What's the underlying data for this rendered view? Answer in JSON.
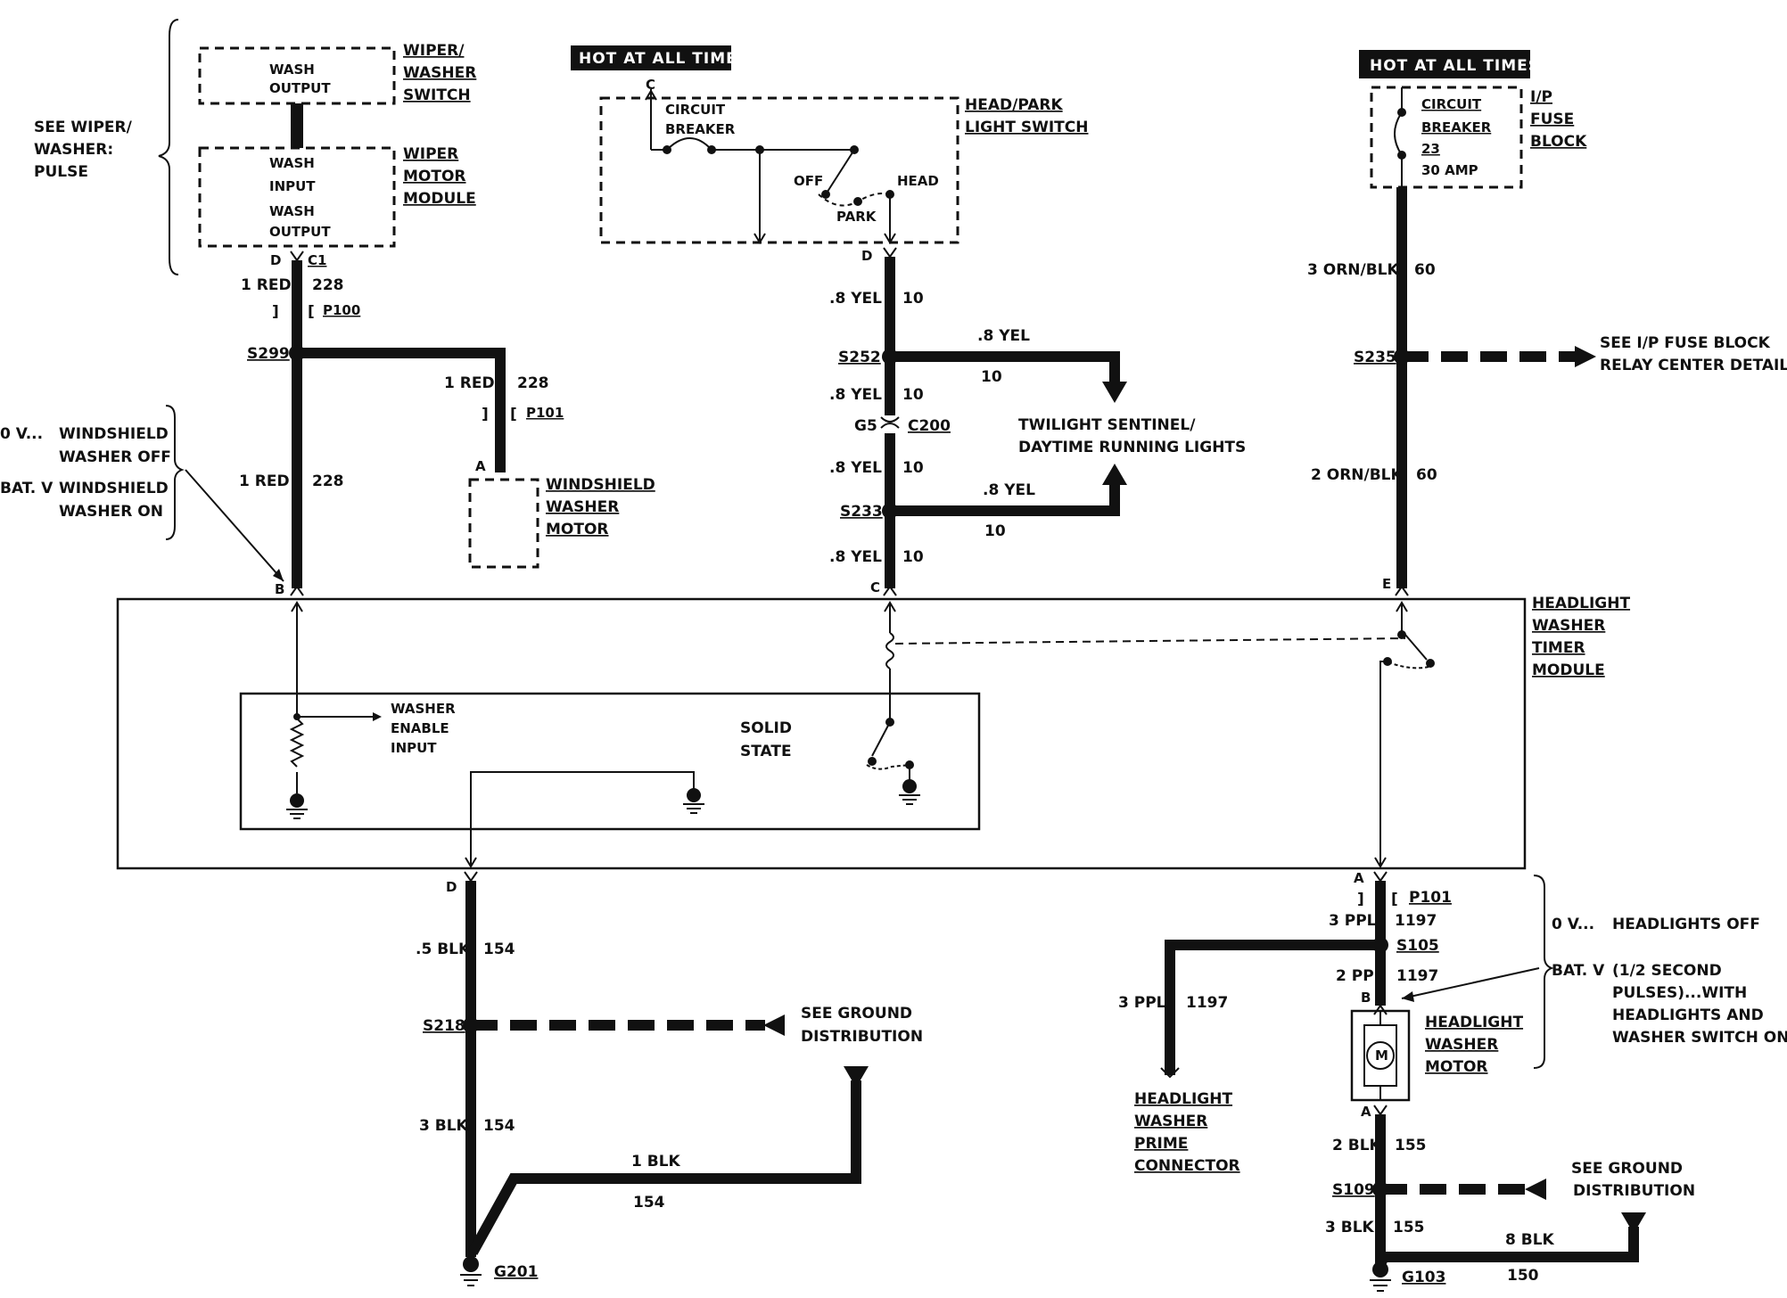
{
  "hot_at_all_times_1": "HOT AT ALL TIMES",
  "hot_at_all_times_2": "HOT AT ALL TIMES",
  "see_wiper_washer": [
    "SEE WIPER/",
    "WASHER:",
    "PULSE"
  ],
  "wiper_washer_switch": {
    "inner": [
      "WASH",
      "OUTPUT"
    ],
    "label": [
      "WIPER/",
      "WASHER",
      "SWITCH"
    ]
  },
  "wiper_motor_module": {
    "inner": [
      "WASH",
      "INPUT",
      "WASH",
      "OUTPUT"
    ],
    "label": [
      "WIPER",
      "MOTOR",
      "MODULE"
    ]
  },
  "left_branch": {
    "d": "D",
    "c1": "C1",
    "wire1": "1 RED",
    "ckt1": "228",
    "p100": "P100",
    "s299": "S299",
    "wire2": "1 RED",
    "ckt2": "228",
    "p101": "P101",
    "a": "A",
    "wire3": "1 RED",
    "ckt3": "228",
    "b": "B"
  },
  "windshield_status": {
    "v0": "0 V...",
    "off1": "WINDSHIELD",
    "off2": "WASHER OFF",
    "bat": "BAT. V",
    "on1": "WINDSHIELD",
    "on2": "WASHER ON"
  },
  "windshield_washer_motor": [
    "WINDSHIELD",
    "WASHER",
    "MOTOR"
  ],
  "head_park": {
    "c": "C",
    "cb": [
      "CIRCUIT",
      "BREAKER"
    ],
    "off": "OFF",
    "head": "HEAD",
    "park": "PARK",
    "label": [
      "HEAD/PARK",
      "LIGHT SWITCH"
    ],
    "d": "D"
  },
  "center_branch": {
    "w1": ".8 YEL",
    "c1": "10",
    "s252": "S252",
    "w2": ".8 YEL",
    "c2": "10",
    "w3": ".8 YEL",
    "c3": "10",
    "g5": "G5",
    "c200": "C200",
    "w4": ".8 YEL",
    "c4": "10",
    "s233": "S233",
    "w5": ".8 YEL",
    "c5": "10",
    "w6": ".8 YEL",
    "c6": "10",
    "c": "C"
  },
  "twilight": [
    "TWILIGHT SENTINEL/",
    "DAYTIME RUNNING LIGHTS"
  ],
  "fuse_block": {
    "cb": [
      "CIRCUIT",
      "BREAKER",
      "23",
      "30 AMP"
    ],
    "label": [
      "I/P",
      "FUSE",
      "BLOCK"
    ],
    "w1": "3 ORN/BLK",
    "c1": "60",
    "s235": "S235",
    "see": [
      "SEE I/P FUSE BLOCK",
      "RELAY CENTER DETAILS"
    ],
    "w2": "2 ORN/BLK",
    "c2": "60",
    "e": "E"
  },
  "timer_module": {
    "label": [
      "HEADLIGHT",
      "WASHER",
      "TIMER",
      "MODULE"
    ],
    "enable": [
      "WASHER",
      "ENABLE",
      "INPUT"
    ],
    "solid": [
      "SOLID",
      "STATE"
    ]
  },
  "bottom_left": {
    "d": "D",
    "w1": ".5 BLK",
    "c1": "154",
    "s218": "S218",
    "see": [
      "SEE GROUND",
      "DISTRIBUTION"
    ],
    "w2": "3 BLK",
    "c2": "154",
    "w3": "1 BLK",
    "c3": "154",
    "g201": "G201"
  },
  "bottom_right": {
    "a": "A",
    "p101": "P101",
    "w1": "3 PPL",
    "c1": "1197",
    "s105": "S105",
    "w2": "2 PPL",
    "c2": "1197",
    "b": "B",
    "w3": "3 PPL",
    "c3": "1197",
    "prime": [
      "HEADLIGHT",
      "WASHER",
      "PRIME",
      "CONNECTOR"
    ],
    "motor": [
      "HEADLIGHT",
      "WASHER",
      "MOTOR"
    ],
    "m": "M",
    "a2": "A",
    "w4": "2 BLK",
    "c4": "155",
    "s109": "S109",
    "see": [
      "SEE GROUND",
      "DISTRIBUTION"
    ],
    "w5": "3 BLK",
    "c5": "155",
    "w6": "8 BLK",
    "c6": "150",
    "g103": "G103"
  },
  "headlight_status": {
    "v0": "0 V...",
    "off": "HEADLIGHTS OFF",
    "bat": "BAT. V",
    "on": [
      "(1/2 SECOND",
      "PULSES)...WITH",
      "HEADLIGHTS AND",
      "WASHER SWITCH ON"
    ]
  }
}
